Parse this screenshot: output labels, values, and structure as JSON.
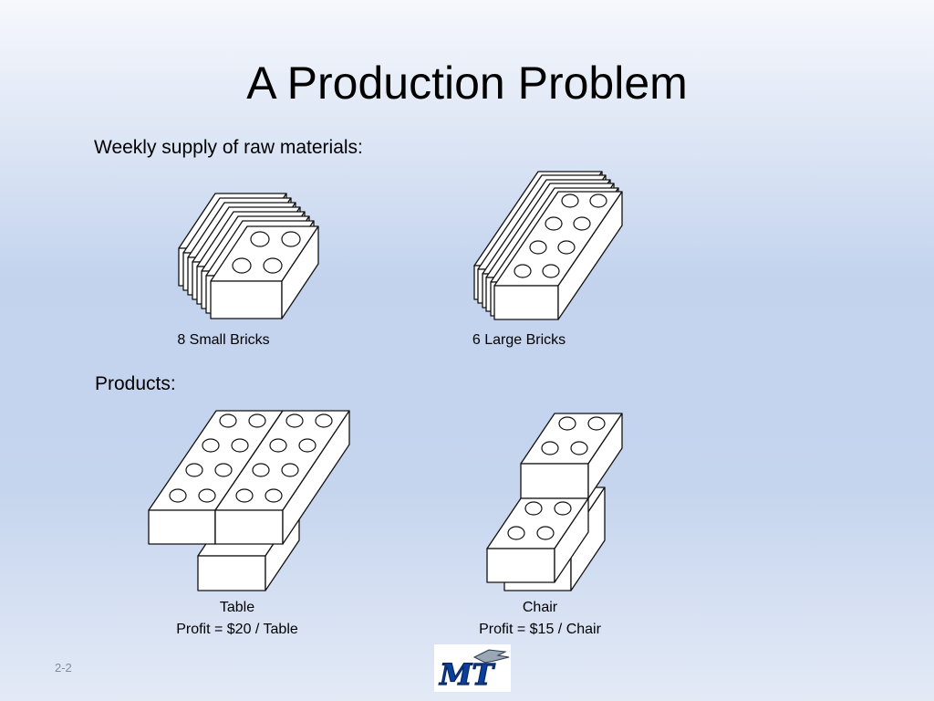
{
  "slide": {
    "title": "A Production Problem",
    "supply_label": "Weekly supply of raw materials:",
    "products_label": "Products:",
    "page_number": "2-2"
  },
  "materials": [
    {
      "caption": "8 Small Bricks"
    },
    {
      "caption": "6 Large Bricks"
    }
  ],
  "products": [
    {
      "name": "Table",
      "profit": "Profit = $20 / Table"
    },
    {
      "name": "Chair",
      "profit": "Profit = $15 / Chair"
    }
  ],
  "logo": {
    "text": "MT",
    "primary_color": "#0b3f9c",
    "secondary_color": "#9aa7b5"
  }
}
